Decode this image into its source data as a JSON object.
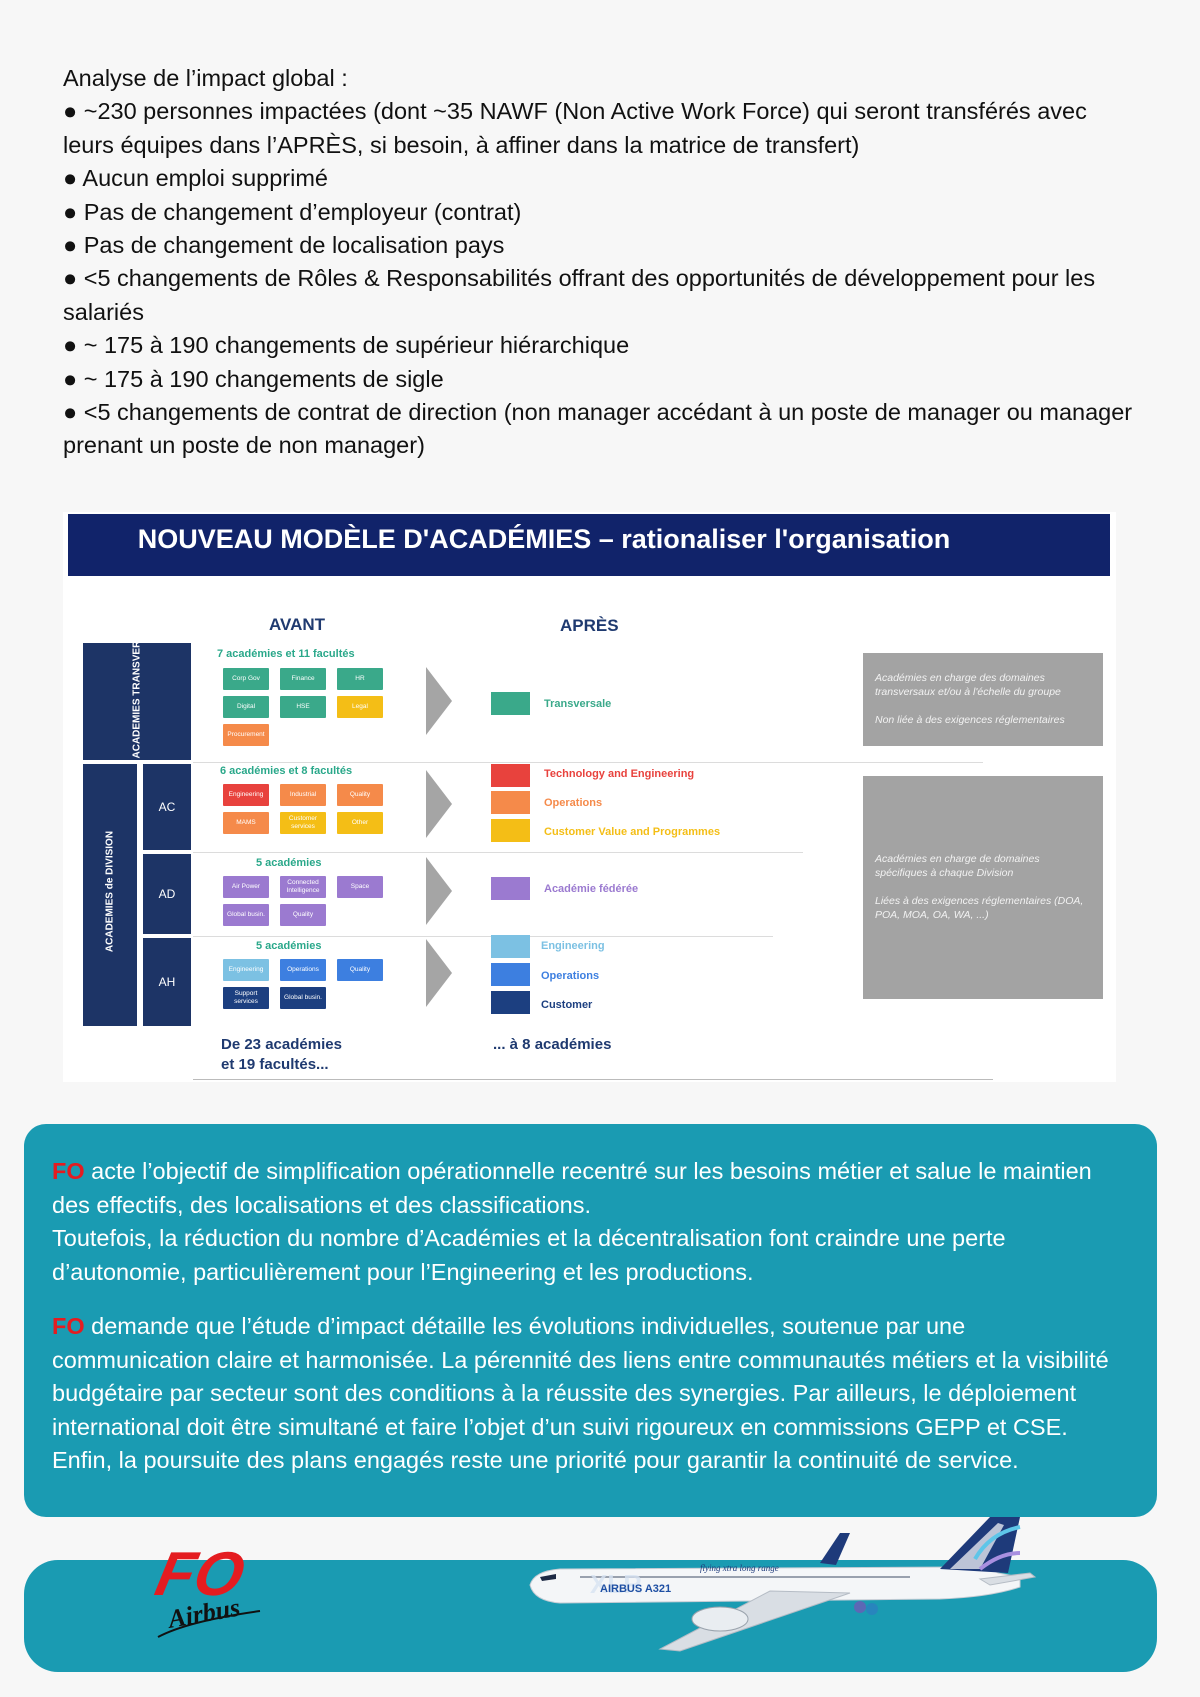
{
  "intro": {
    "heading": "Analyse de l’impact global :",
    "bullets": [
      "● ~230 personnes impactées (dont ~35 NAWF (Non Active Work Force) qui seront transférés avec leurs équipes dans l’APRÈS, si besoin, à affiner dans la matrice de transfert)",
      "● Aucun emploi supprimé",
      "● Pas de changement d’employeur (contrat)",
      "● Pas de changement de localisation pays",
      "● <5 changements de Rôles & Responsabilités offrant des opportunités de développement pour les salariés",
      "● ~ 175 à 190 changements de supérieur hiérarchique",
      "● ~ 175 à 190 changements de sigle",
      "● <5 changements de contrat de direction (non manager accédant à un poste de manager ou manager prenant un poste de non manager)"
    ]
  },
  "figure": {
    "title": "NOUVEAU MODÈLE D'ACADÉMIES – rationaliser l'organisation",
    "avant": "AVANT",
    "apres": "APRÈS",
    "side_transversal": "ACADEMIES TRANSVERSALES",
    "side_division": "ACADEMIES de DIVISION",
    "rows": {
      "ac": "AC",
      "ad": "AD",
      "ah": "AH"
    },
    "groups": {
      "transversal": "7 académies et 11 facultés",
      "ac": "6 académies et 8 facultés",
      "ad": "5 académies",
      "ah": "5 académies"
    },
    "chips": {
      "t1": "Corp Gov",
      "t2": "Finance",
      "t3": "HR",
      "t4": "Digital",
      "t5": "HSE",
      "t6": "Legal",
      "t7": "Procurement",
      "c1": "Engineering",
      "c2": "Industrial",
      "c3": "Quality",
      "c4": "MAMS",
      "c5": "Customer services",
      "c6": "Other",
      "d1": "Air Power",
      "d2": "Connected Intelligence",
      "d3": "Space",
      "d4": "Global busin.",
      "d5": "Quality",
      "h1": "Engineering",
      "h2": "Operations",
      "h3": "Quality",
      "h4": "Support services",
      "h5": "Global busin."
    },
    "after": {
      "transversale": "Transversale",
      "tech": "Technology and Engineering",
      "ops": "Operations",
      "cvp": "Customer Value and Programmes",
      "federee": "Académie fédérée",
      "eng": "Engineering",
      "ops2": "Operations",
      "cust": "Customer"
    },
    "graybox_top": [
      "Académies en charge des domaines transversaux et/ou à l'échelle du groupe",
      "Non liée à des exigences réglementaires"
    ],
    "graybox_bottom": [
      "Académies en charge de domaines spécifiques à chaque Division",
      "Liées à des exigences réglementaires (DOA, POA, MOA, OA, WA, ...)"
    ],
    "foot_left_1": "De 23 académies",
    "foot_left_2": "et 19 facultés...",
    "foot_right": "... à 8 académies"
  },
  "teal": {
    "p1_fo": "FO",
    "p1": " acte l’objectif de simplification opérationnelle recentré sur les besoins métier et salue le maintien des effectifs, des localisations et des classifications.",
    "p2": "Toutefois, la réduction du nombre d’Académies et la décentralisation font craindre une perte d’autonomie, particulièrement pour l’Engineering et les productions.",
    "p3_fo": "FO",
    "p3": " demande que l’étude d’impact détaille les évolutions individuelles, soutenue par une communication claire et harmonisée. La pérennité des liens entre communautés métiers et la visibilité budgétaire par secteur sont des conditions à la réussite des synergies. Par ailleurs, le déploiement international doit être simultané et faire l’objet d’un suivi rigoureux en commissions GEPP et CSE.",
    "p4": "Enfin, la poursuite des plans engagés reste une priorité pour garantir la continuité de service."
  },
  "footer": {
    "logo_text": "FO",
    "logo_script": "Airbus",
    "plane_livery": "AIRBUS A321",
    "plane_slogan": "flying xtra long range",
    "plane_tail_text": "XLR"
  },
  "colors": {
    "teal": "#1a9bb2",
    "navy": "#11236a",
    "fo_red": "#e41c20",
    "green": "#3aa98a",
    "orange": "#f58a4a",
    "yellow": "#f4be16",
    "red": "#e8423d",
    "purple": "#9b7ad0",
    "lightblue": "#7cc1e3",
    "blue": "#3d7fe0",
    "darkblue": "#1c3f80"
  }
}
